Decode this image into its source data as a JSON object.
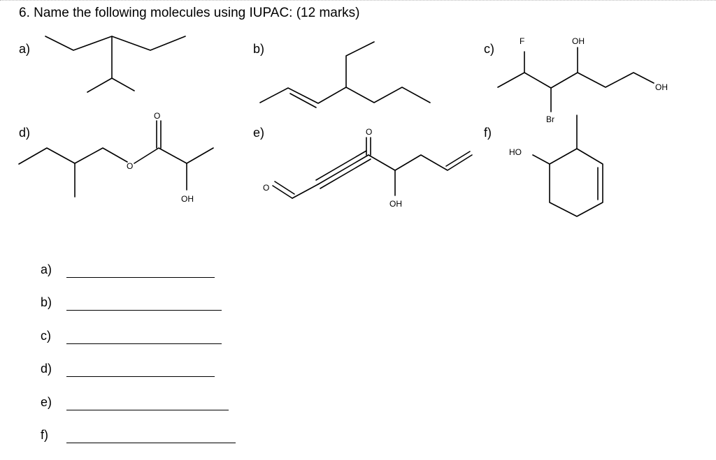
{
  "question": "6. Name the following molecules using IUPAC: (12 marks)",
  "structure_labels": {
    "a": "a)",
    "b": "b)",
    "c": "c)",
    "d": "d)",
    "e": "e)",
    "f": "f)"
  },
  "atoms": {
    "c_F": "F",
    "c_OH_top": "OH",
    "c_OH_end": "OH",
    "c_Br": "Br",
    "d_O_carbonyl": "O",
    "d_O_ester": "O",
    "d_OH": "OH",
    "e_O_carbonyl": "O",
    "e_O_aldehyde": "O",
    "e_OH": "OH",
    "f_HO": "HO"
  },
  "answers": [
    {
      "label": "a)"
    },
    {
      "label": "b)"
    },
    {
      "label": "c)"
    },
    {
      "label": "d)"
    },
    {
      "label": "e)"
    },
    {
      "label": "f)"
    }
  ]
}
